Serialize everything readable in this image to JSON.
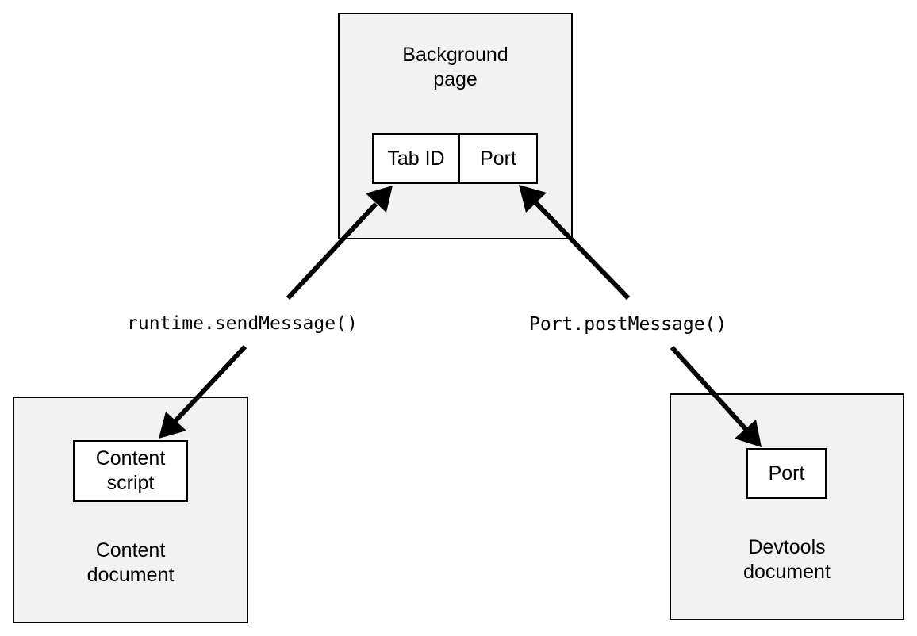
{
  "background_page": {
    "title": "Background\npage",
    "tab_id_label": "Tab ID",
    "port_label": "Port"
  },
  "content_document": {
    "title": "Content\ndocument",
    "script_label": "Content\nscript"
  },
  "devtools_document": {
    "title": "Devtools\ndocument",
    "port_label": "Port"
  },
  "arrows": {
    "left_label": "runtime.sendMessage()",
    "right_label": "Port.postMessage()"
  },
  "colors": {
    "box_fill": "#f2f2f2",
    "stroke": "#000000",
    "inner_fill": "#ffffff"
  }
}
